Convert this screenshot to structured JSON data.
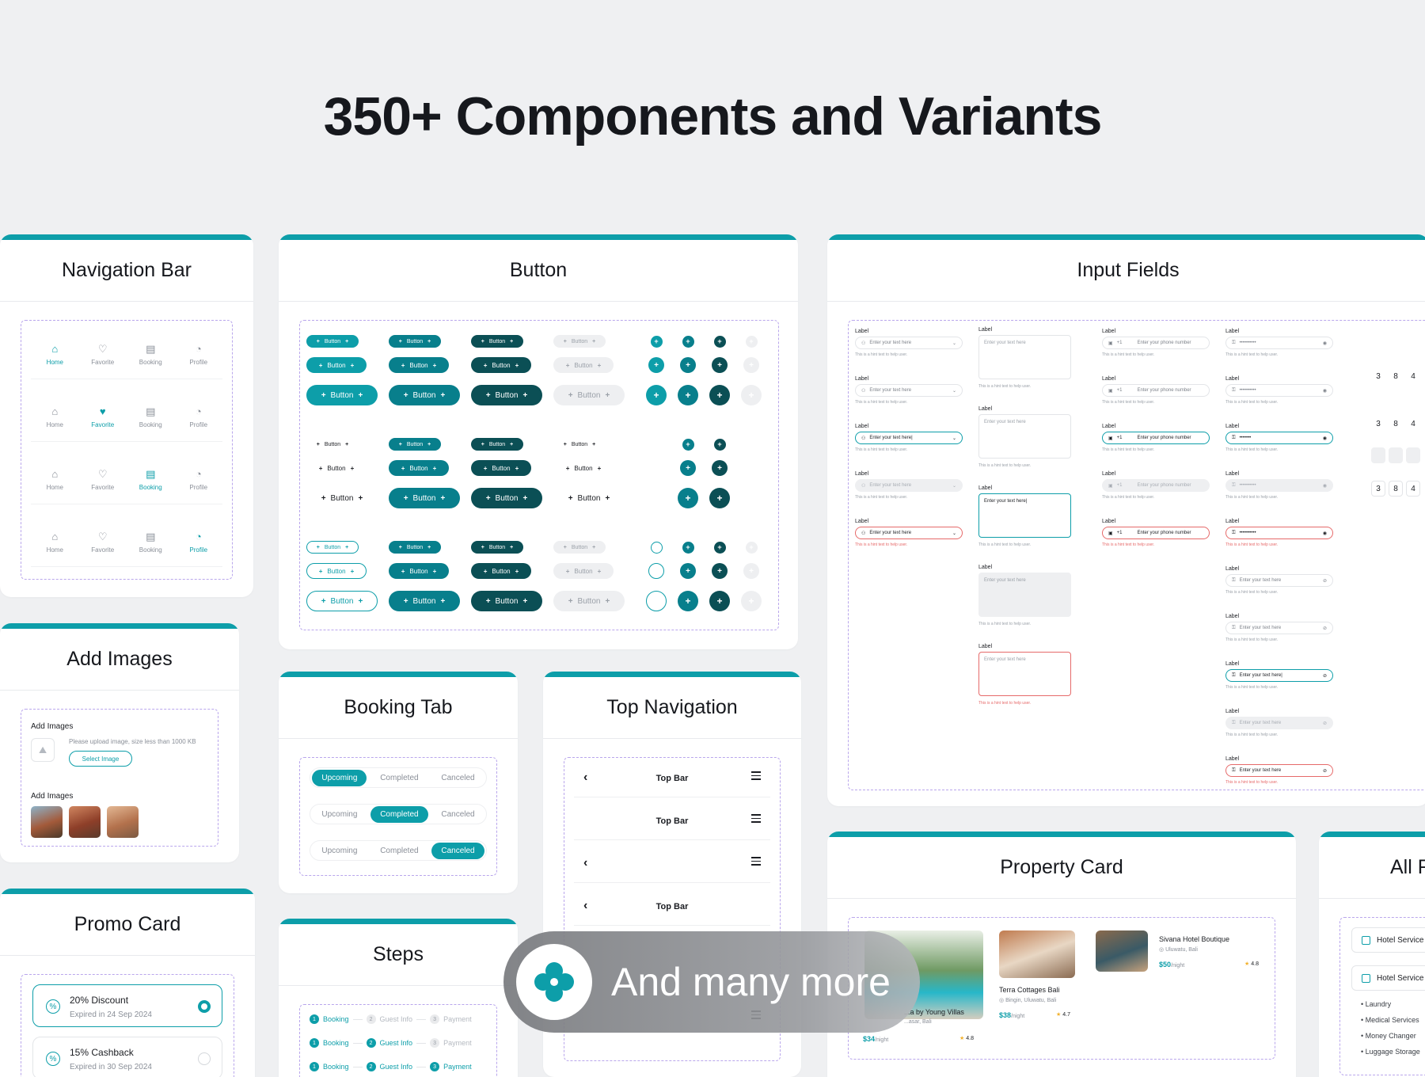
{
  "hero_title": "350+ Components and Variants",
  "cards": {
    "navbar": "Navigation Bar",
    "button": "Button",
    "inputs": "Input Fields",
    "add_images": "Add Images",
    "booking_tab": "Booking Tab",
    "top_nav": "Top Navigation",
    "promo": "Promo Card",
    "steps": "Steps",
    "property": "Property Card",
    "all_facilities": "All F"
  },
  "navbar": {
    "items": [
      "Home",
      "Favorite",
      "Booking",
      "Profile"
    ],
    "active_rows": [
      0,
      1,
      2,
      3
    ]
  },
  "button": {
    "label": "Button",
    "plus": "+"
  },
  "inputs": {
    "label": "Label",
    "placeholder": "Enter your text here",
    "placeholder_typed": "Enter your text here|",
    "phone_placeholder": "Enter your phone number",
    "phone_code": "+1",
    "hint": "This is a hint text to help user.",
    "password": "••••••••••",
    "password_short": "•••••••",
    "otp_digits": [
      "3",
      "8",
      "4"
    ]
  },
  "add_images": {
    "label1": "Add Images",
    "hint": "Please upload image, size less than 1000 KB",
    "select": "Select Image",
    "label2": "Add Images"
  },
  "booking_tab": {
    "tabs": [
      "Upcoming",
      "Completed",
      "Canceled"
    ]
  },
  "top_nav": {
    "title": "Top Bar"
  },
  "steps": {
    "items": [
      "Booking",
      "Guest Info",
      "Payment"
    ],
    "numbers": [
      "1",
      "2",
      "3"
    ]
  },
  "promo": {
    "items": [
      {
        "title": "20% Discount",
        "sub": "Expired in 24 Sep 2024"
      },
      {
        "title": "15% Cashback",
        "sub": "Expired in 30 Sep 2024"
      }
    ]
  },
  "property": {
    "items": [
      {
        "name": "Sivana Hotel Boutique",
        "loc": "Uluwatu, Bali",
        "price": "$50",
        "unit": "/night",
        "rating": "4.8"
      },
      {
        "name": "Terra Cottages Bali",
        "loc": "Bingin, Uluwatu, Bali",
        "price": "$38",
        "unit": "/night",
        "rating": "4.7"
      },
      {
        "name": "...a by Young Villas",
        "loc": "...asar, Bali",
        "price": "$34",
        "unit": "/night",
        "rating": "4.8"
      }
    ]
  },
  "all_facilities": {
    "services": [
      "Hotel Service",
      "Hotel Service"
    ],
    "bullets": [
      "Laundry",
      "Medical Services",
      "Money Changer",
      "Luggage Storage"
    ]
  },
  "overlay": {
    "text": "And many more"
  },
  "colors": {
    "accent": "#0d9ea9",
    "dark": "#0b4f55",
    "error": "#e66a6a",
    "dash": "#b9a6ec"
  }
}
